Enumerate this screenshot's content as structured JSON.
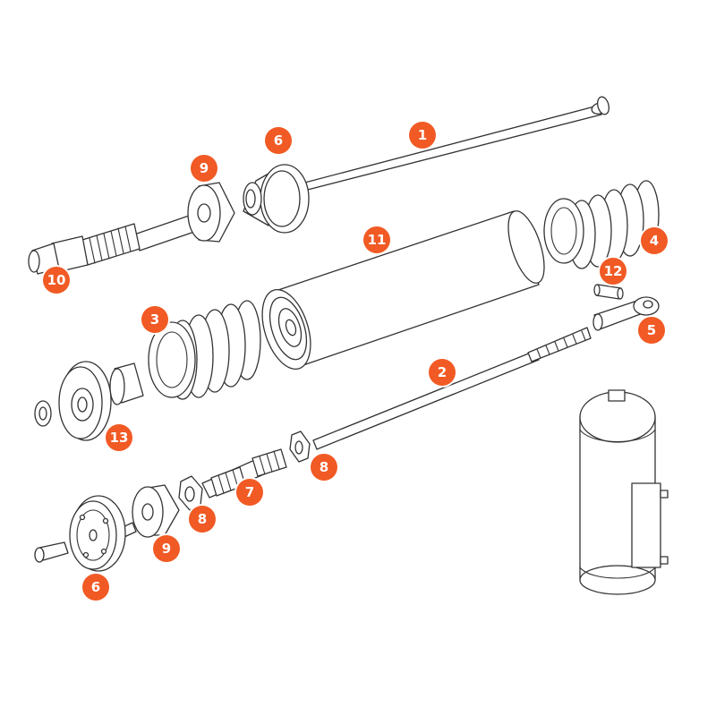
{
  "colors": {
    "callout": "#f15a24",
    "outline": "#333333",
    "fill": "#ffffff"
  },
  "callouts": [
    {
      "id": "c1",
      "label": "1",
      "part": "rod"
    },
    {
      "id": "c6a",
      "label": "6",
      "part": "mount-cap"
    },
    {
      "id": "c9a",
      "label": "9",
      "part": "rubber-bushing"
    },
    {
      "id": "c10",
      "label": "10",
      "part": "threaded-shaft"
    },
    {
      "id": "c11",
      "label": "11",
      "part": "cylinder-body"
    },
    {
      "id": "c4",
      "label": "4",
      "part": "spring"
    },
    {
      "id": "c12",
      "label": "12",
      "part": "pin"
    },
    {
      "id": "c5",
      "label": "5",
      "part": "rod-end"
    },
    {
      "id": "c3",
      "label": "3",
      "part": "coil-spring"
    },
    {
      "id": "c13",
      "label": "13",
      "part": "end-plate"
    },
    {
      "id": "c2",
      "label": "2",
      "part": "threaded-rod"
    },
    {
      "id": "c8a",
      "label": "8",
      "part": "nut"
    },
    {
      "id": "c7",
      "label": "7",
      "part": "threaded-sleeve"
    },
    {
      "id": "c8b",
      "label": "8",
      "part": "nut"
    },
    {
      "id": "c9b",
      "label": "9",
      "part": "rubber-bushing"
    },
    {
      "id": "c6b",
      "label": "6",
      "part": "wheel-mount"
    }
  ]
}
